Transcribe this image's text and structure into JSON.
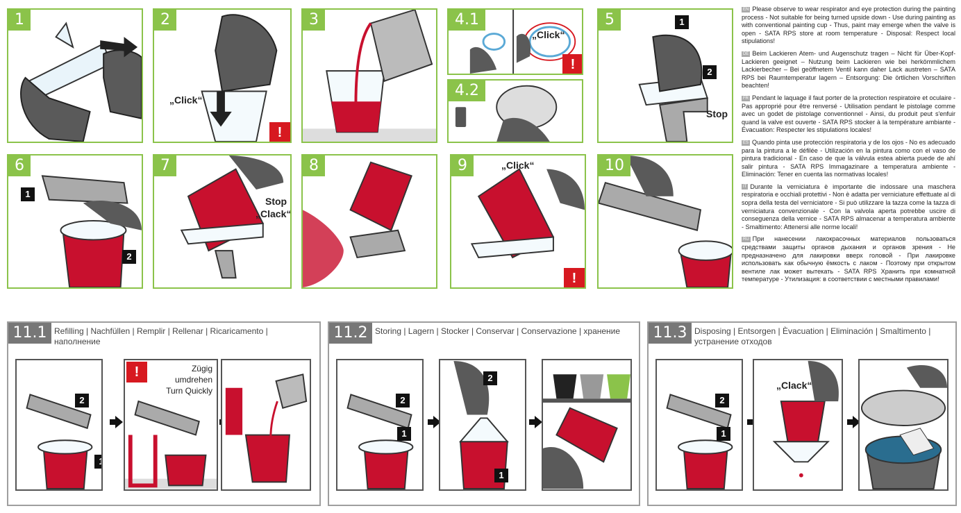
{
  "steps": [
    {
      "num": "1"
    },
    {
      "num": "2",
      "click": "„Click“"
    },
    {
      "num": "3"
    },
    {
      "num": "4.1",
      "click": "„Click“"
    },
    {
      "num": "4.2"
    },
    {
      "num": "5",
      "stop": "Stop",
      "tag1": "1",
      "tag2": "2"
    },
    {
      "num": "6",
      "tag1": "1",
      "tag2": "2"
    },
    {
      "num": "7",
      "stop": "Stop",
      "clack": "„Clack“"
    },
    {
      "num": "8"
    },
    {
      "num": "9",
      "click": "„Click“"
    },
    {
      "num": "10"
    }
  ],
  "warn_symbol": "!",
  "instructions": [
    {
      "code": "EN",
      "text": "Please observe to wear respirator and eye protection during the painting process - Not suitable for being turned upside down - Use during painting as with conventional painting cup - Thus, paint may emerge when the valve is open - SATA RPS store at room temperature - Disposal: Respect local stipulations!"
    },
    {
      "code": "DE",
      "text": "Beim Lackieren Atem- und Augenschutz tragen – Nicht für Über-Kopf-Lackieren geeignet – Nutzung beim Lackieren wie bei herkömmlichem Lackierbecher – Bei geöffnetem Ventil kann daher Lack austreten – SATA RPS bei Raumtemperatur lagern – Entsorgung: Die örtlichen Vorschriften beachten!"
    },
    {
      "code": "FR",
      "text": "Pendant le laquage il faut porter de la protection respiratoire et oculaire - Pas approprié pour être renversé - Utilisation pendant le pistolage comme avec un godet de pistolage conventionnel - Ainsi, du produit peut s'enfuir quand la valve est ouverte - SATA RPS stocker à la température ambiante - Évacuation: Respecter les stipulations locales!"
    },
    {
      "code": "ES",
      "text": "Quando pinta use protección respiratoria y de los ojos - No es adecuado para la pintura a le défilée - Utilización en la pintura como con el vaso de pintura tradicional - En caso de que la válvula estea abierta puede de ahí salir pintura - SATA RPS Immagazinare a temperatura ambiente - Eliminación: Tener en cuenta las normativas locales!"
    },
    {
      "code": "IT",
      "text": "Durante la verniciatura è importante die indossare una maschera respiratoria e occhiali protettivi - Non è adatta per verniciature effettuate al di sopra della testa del verniciatore - Si può utilizzare la tazza come la tazza di verniciatura convenzionale - Con la valvola aperta potrebbe uscire di conseguenza della vernice - SATA RPS almacenar a temperatura ambiente - Smaltimento: Attenersi alle norme locali!"
    },
    {
      "code": "RU",
      "text": "При нанесении лакокрасочных материалов пользоваться средствами защиты органов дыхания и органов зрения - Не предназначено для лакировки вверх головой - При лакировке использовать как обычную ёмкость с лаком - Поэтому при открытом вентиле лак может вытекать - SATA RPS Хранить при комнатной температуре - Утилизация: в соответствии с местными правилами!"
    }
  ],
  "groups": [
    {
      "num": "11.1",
      "title": "Refilling | Nachfüllen | Remplir | Rellenar | Ricaricamento | наполнение",
      "turn_de": "Zügig umdrehen",
      "turn_en": "Turn Quickly",
      "t1": "1",
      "t2": "2"
    },
    {
      "num": "11.2",
      "title": "Storing | Lagern | Stocker | Conservar | Conservazione | хранение",
      "t1": "1",
      "t2": "2"
    },
    {
      "num": "11.3",
      "title": "Disposing | Entsorgen | Èvacuation | Eliminación | Smaltimento | устранение отходов",
      "clack": "„Clack“",
      "t1": "1",
      "t2": "2"
    }
  ],
  "colors": {
    "accent_green": "#8bc34a",
    "paint_red": "#c8102e",
    "warn_red": "#d71920",
    "glove_grey": "#5a5a5a",
    "cup_blue": "#bfe3f2"
  }
}
